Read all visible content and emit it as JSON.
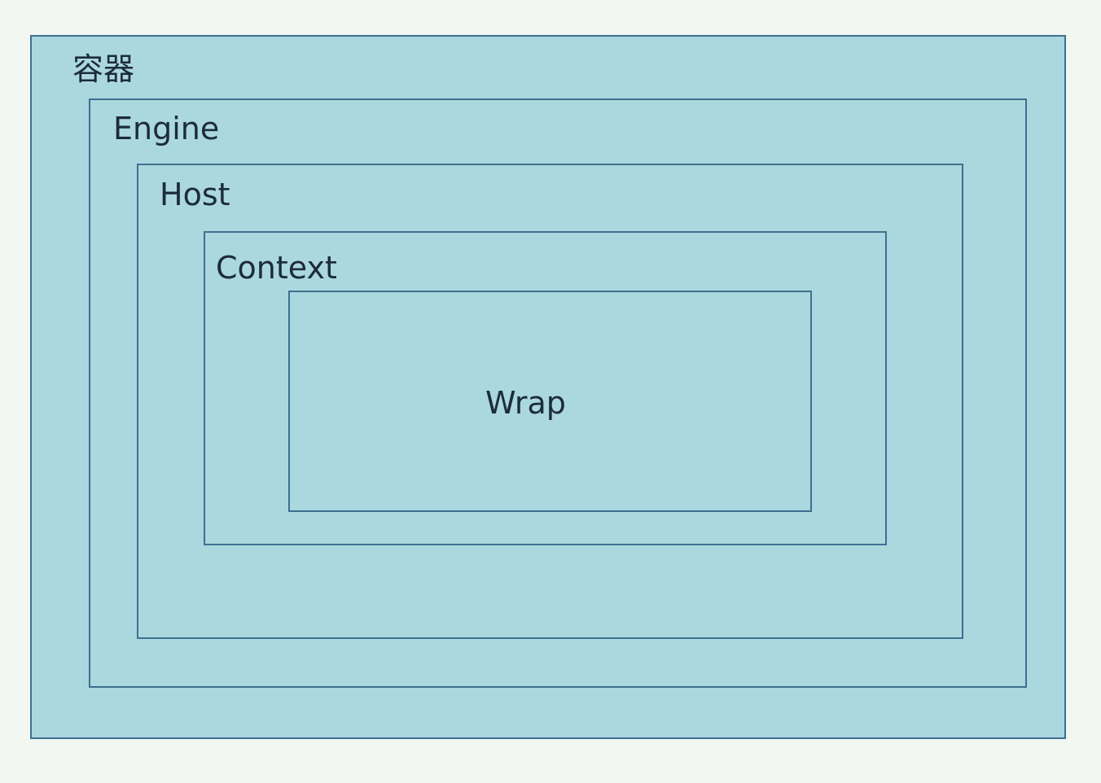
{
  "diagram": {
    "layers": [
      {
        "id": "container",
        "label": "容器"
      },
      {
        "id": "engine",
        "label": "Engine"
      },
      {
        "id": "host",
        "label": "Host"
      },
      {
        "id": "context",
        "label": "Context"
      },
      {
        "id": "wrap",
        "label": "Wrap"
      }
    ]
  },
  "colors": {
    "background": "#f3f7f2",
    "box_fill": "#abd8de",
    "box_border": "#3d6f90",
    "text": "#1c2c3c"
  }
}
